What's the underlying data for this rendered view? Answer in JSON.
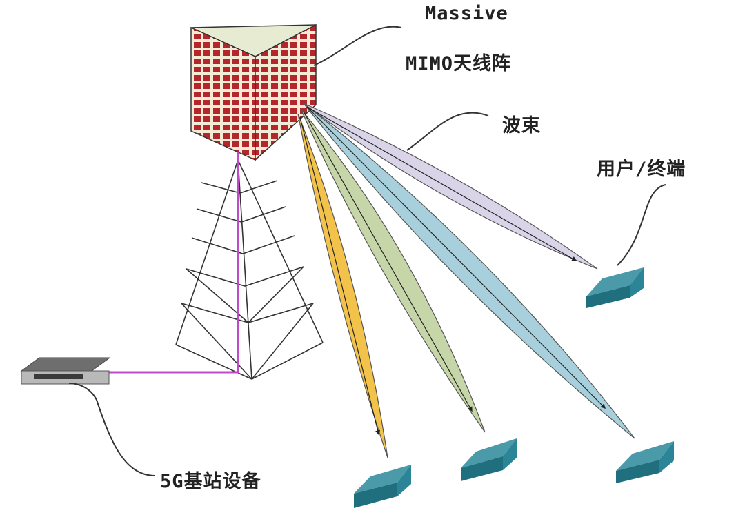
{
  "labels": {
    "antenna_line1": "Massive",
    "antenna_line2": "MIMO天线阵",
    "beam": "波束",
    "user_terminal": "用户/终端",
    "base_station": "5G基站设备"
  },
  "colors": {
    "antenna_brick": "#b3262c",
    "antenna_mortar": "#f2ecd6",
    "antenna_top": "#e6ebd2",
    "tower": "#333333",
    "cable": "#c04bc9",
    "terminal_top": "#4b9aaa",
    "terminal_front": "#1f6f7e",
    "terminal_side": "#2b8596",
    "base_station_body": "#b9b9b9",
    "base_station_top": "#6e6e6e",
    "beam_lavender": "#d9d4e8",
    "beam_blue": "#a8d0dc",
    "beam_green": "#c7d6a8",
    "beam_yellow": "#f2c24a"
  }
}
